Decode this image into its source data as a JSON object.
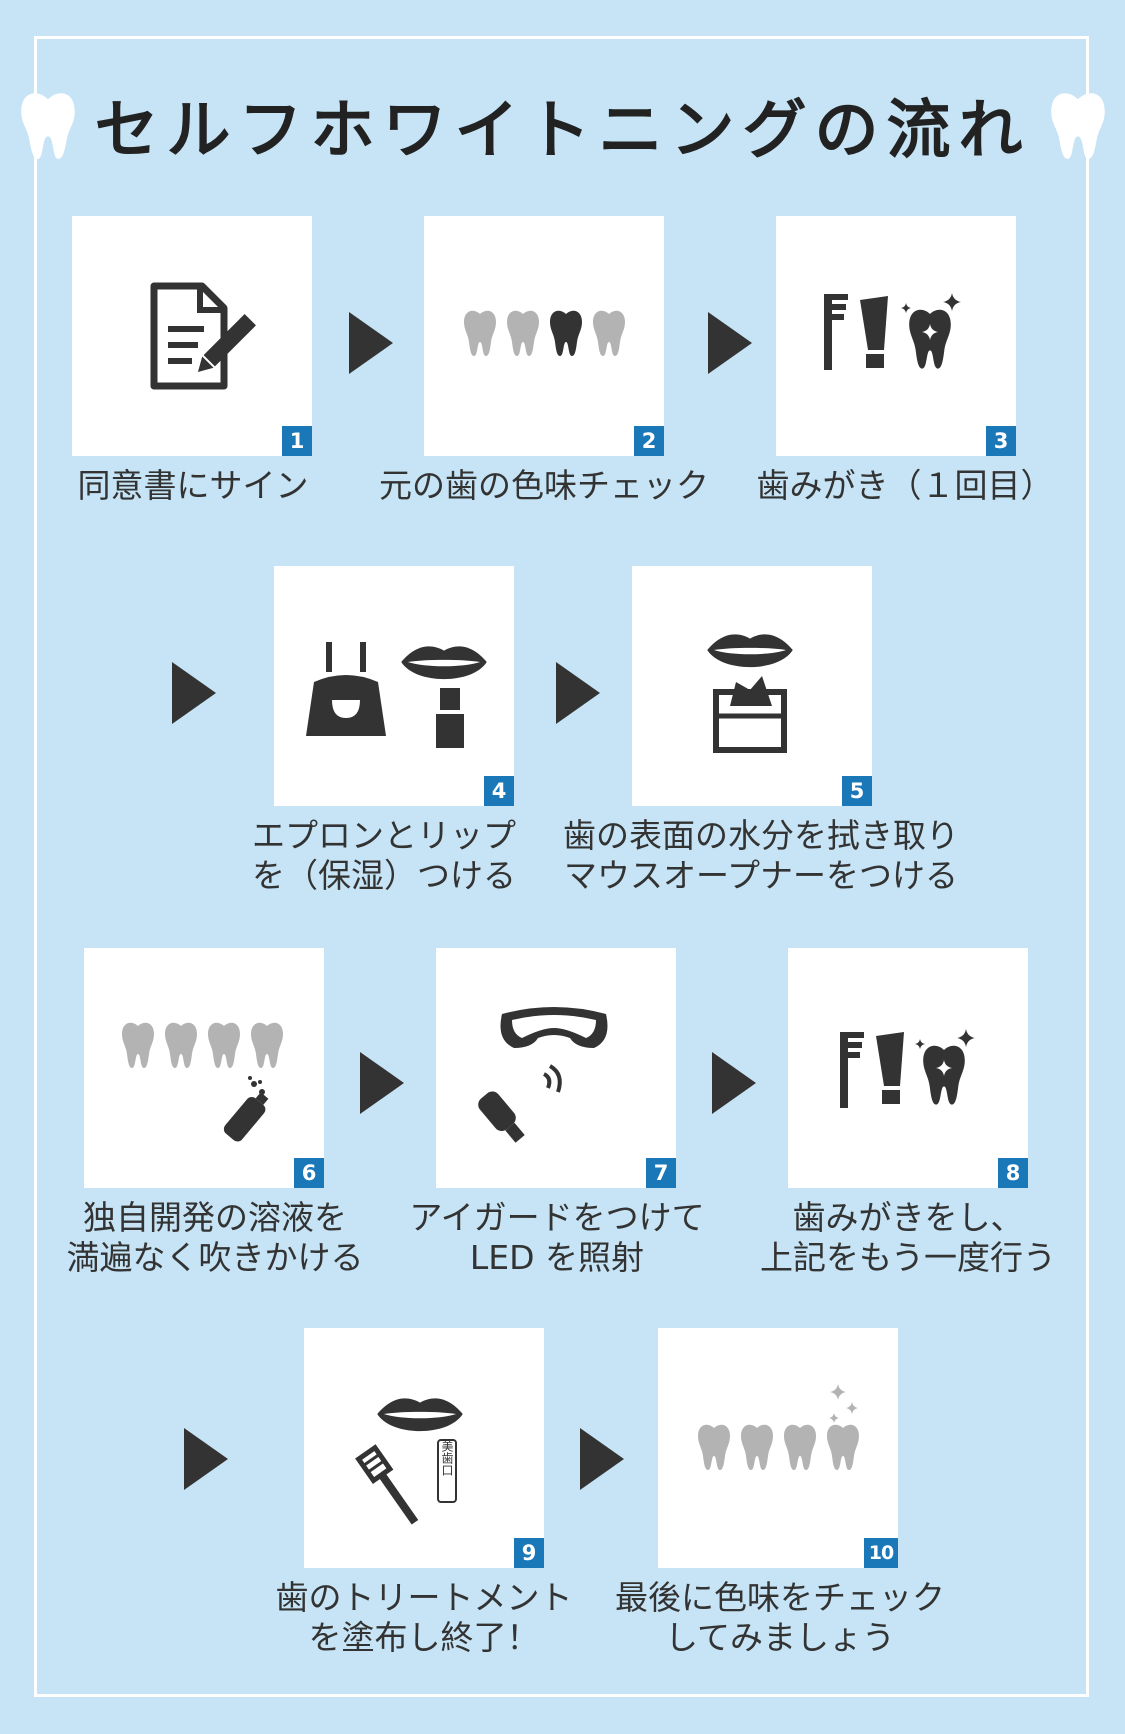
{
  "title": "セルフホワイトニングの流れ",
  "colors": {
    "background": "#c6e4f5",
    "card": "#ffffff",
    "badge": "#1a78b8",
    "icon_dark": "#333333",
    "icon_gray": "#b3b3b3"
  },
  "steps": [
    {
      "number": "1",
      "icon": "document-pen-icon",
      "caption": [
        "同意書にサイン"
      ]
    },
    {
      "number": "2",
      "icon": "tooth-shade-check-icon",
      "caption": [
        "元の歯の色味チェック"
      ]
    },
    {
      "number": "3",
      "icon": "toothbrush-paste-tooth-icon",
      "caption": [
        "歯みがき（１回目）"
      ]
    },
    {
      "number": "4",
      "icon": "apron-lipstick-icon",
      "caption": [
        "エプロンとリップ",
        "を（保湿）つける"
      ]
    },
    {
      "number": "5",
      "icon": "lips-tissue-box-icon",
      "caption": [
        "歯の表面の水分を拭き取り",
        "マウスオープナーをつける"
      ]
    },
    {
      "number": "6",
      "icon": "teeth-spray-icon",
      "caption": [
        "独自開発の溶液を",
        "満遍なく吹きかける"
      ]
    },
    {
      "number": "7",
      "icon": "goggles-led-light-icon",
      "caption": [
        "アイガードをつけて",
        "LED を照射"
      ]
    },
    {
      "number": "8",
      "icon": "toothbrush-paste-tooth-icon",
      "caption": [
        "歯みがきをし、",
        "上記をもう一度行う"
      ]
    },
    {
      "number": "9",
      "icon": "lips-toothbrush-treatment-icon",
      "caption": [
        "歯のトリートメント",
        "を塗布し終了！"
      ]
    },
    {
      "number": "10",
      "icon": "white-teeth-sparkle-icon",
      "caption": [
        "最後に色味をチェック",
        "してみましょう"
      ]
    }
  ],
  "icon_texts": {
    "treatment_tube": "美歯口"
  }
}
